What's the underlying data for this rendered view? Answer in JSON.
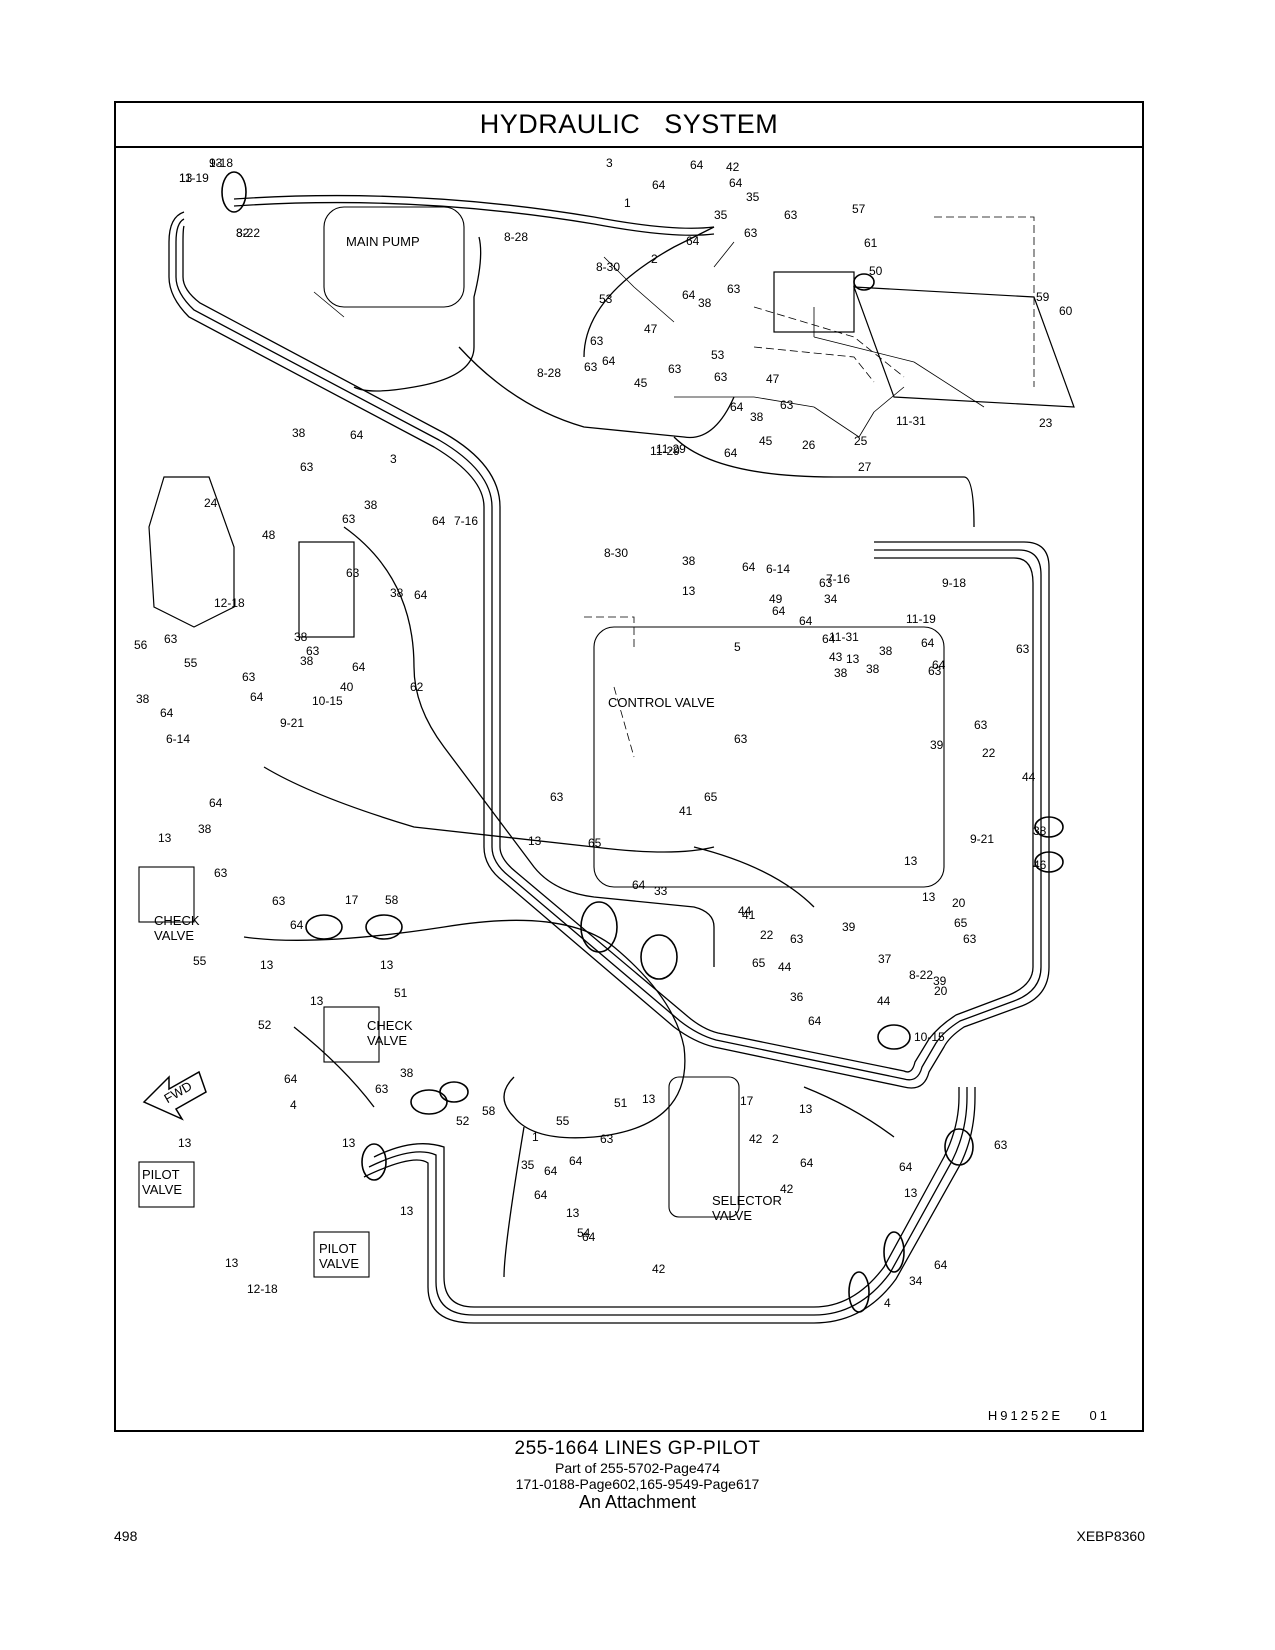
{
  "header": {
    "title": "HYDRAULIC   SYSTEM"
  },
  "diagram": {
    "component_labels": {
      "main_pump": "MAIN  PUMP",
      "control_valve": "CONTROL  VALVE",
      "check_valve_1": "CHECK\nVALVE",
      "check_valve_2": "CHECK\nVALVE",
      "selector_valve": "SELECTOR\nVALVE",
      "pilot_valve_1": "PILOT\nVALVE",
      "pilot_valve_2": "PILOT\nVALVE",
      "fwd": "FWD"
    },
    "callouts": [
      "13",
      "13",
      "32",
      "3",
      "64",
      "42",
      "64",
      "64",
      "35",
      "63",
      "57",
      "1",
      "35",
      "63",
      "8-28",
      "61",
      "64",
      "2",
      "8-30",
      "50",
      "64",
      "38",
      "63",
      "59",
      "60",
      "53",
      "47",
      "63",
      "63",
      "64",
      "8-28",
      "45",
      "63",
      "53",
      "47",
      "63",
      "64",
      "38",
      "63",
      "11-31",
      "23",
      "11-29",
      "26",
      "25",
      "11-29",
      "64",
      "45",
      "27",
      "38",
      "64",
      "3",
      "63",
      "24",
      "38",
      "63",
      "64",
      "7-16",
      "48",
      "38",
      "63",
      "64",
      "12-18",
      "63",
      "56",
      "55",
      "63",
      "38",
      "63",
      "38",
      "64",
      "40",
      "62",
      "38",
      "64",
      "6-14",
      "64",
      "9-21",
      "10-15",
      "13",
      "8-30",
      "38",
      "64",
      "6-14",
      "13",
      "63",
      "7-16",
      "9-18",
      "49",
      "34",
      "64",
      "11-19",
      "63",
      "64",
      "11-31",
      "5",
      "64",
      "64",
      "38",
      "64",
      "43",
      "38",
      "38",
      "63",
      "63",
      "63",
      "39",
      "44",
      "22",
      "63",
      "65",
      "41",
      "13",
      "38",
      "9-21",
      "46",
      "13",
      "65",
      "64",
      "33",
      "13",
      "20",
      "44",
      "41",
      "65",
      "22",
      "63",
      "39",
      "63",
      "65",
      "44",
      "37",
      "8-22",
      "39",
      "20",
      "36",
      "44",
      "64",
      "10-15",
      "64",
      "13",
      "38",
      "63",
      "17",
      "63",
      "64",
      "17",
      "58",
      "55",
      "13",
      "13",
      "13",
      "51",
      "52",
      "38",
      "64",
      "63",
      "4",
      "58",
      "52",
      "55",
      "51",
      "13",
      "13",
      "2",
      "35",
      "63",
      "64",
      "1",
      "64",
      "42",
      "64",
      "42",
      "64",
      "34",
      "63",
      "13",
      "13",
      "13",
      "64",
      "54",
      "64",
      "42",
      "64",
      "4",
      "13",
      "13",
      "13",
      "12-18",
      "9-18",
      "11-19",
      "8-22"
    ],
    "drawing_id": "H91252E    01"
  },
  "caption": {
    "line1": "255-1664   LINES  GP-PILOT",
    "line2": "Part of 255-5702-Page474",
    "line3": "171-0188-Page602,165-9549-Page617",
    "line4": "An Attachment"
  },
  "footer": {
    "page_number": "498",
    "doc_code": "XEBP8360"
  }
}
